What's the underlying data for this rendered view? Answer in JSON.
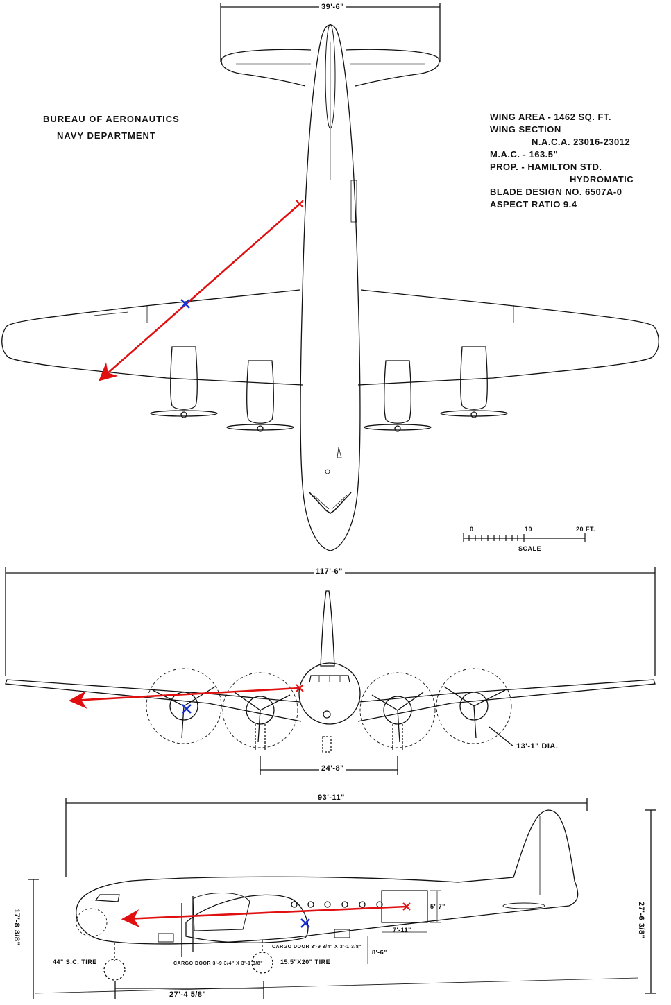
{
  "header": {
    "org_line1": "BUREAU  OF  AERONAUTICS",
    "org_line2": "NAVY  DEPARTMENT"
  },
  "specs": {
    "wing_area": "WING  AREA - 1462  SQ. FT.",
    "wing_section": "WING  SECTION",
    "naca": "N.A.C.A.  23016-23012",
    "mac": "M.A.C.  -  163.5\"",
    "prop": "PROP.  -  HAMILTON  STD.",
    "hydromatic": "HYDROMATIC",
    "blade": "BLADE  DESIGN  NO.  6507A-0",
    "aspect": "ASPECT  RATIO  9.4"
  },
  "scale": {
    "label": "SCALE",
    "tick0": "0",
    "tick10": "10",
    "tick20": "20 FT."
  },
  "dimensions": {
    "tail_span": "39'-6\"",
    "wing_span": "117'-6\"",
    "tread": "24'-8\"",
    "prop_dia": "13'-1\" DIA.",
    "length": "93'-11\"",
    "height": "27'-6 3/8\"",
    "ground_height": "17'-8 3/8\"",
    "door_h": "5'-7\"",
    "door_w": "7'-11\"",
    "sill": "8'-6\"",
    "wheelbase": "27'-4 5/8\"",
    "nose_tire": "44\" S.C. TIRE",
    "main_tire": "15.5\"X20\" TIRE",
    "cargo_door1": "CARGO DOOR 3'-9 3/4\" X 3'-1 3/8\"",
    "cargo_door2": "CARGO DOOR 3'-9 3/4\" X 3'-1 3/8\""
  },
  "colors": {
    "ink": "#111111",
    "arrow": "#e01010",
    "marker_blue": "#1a2fd0"
  }
}
